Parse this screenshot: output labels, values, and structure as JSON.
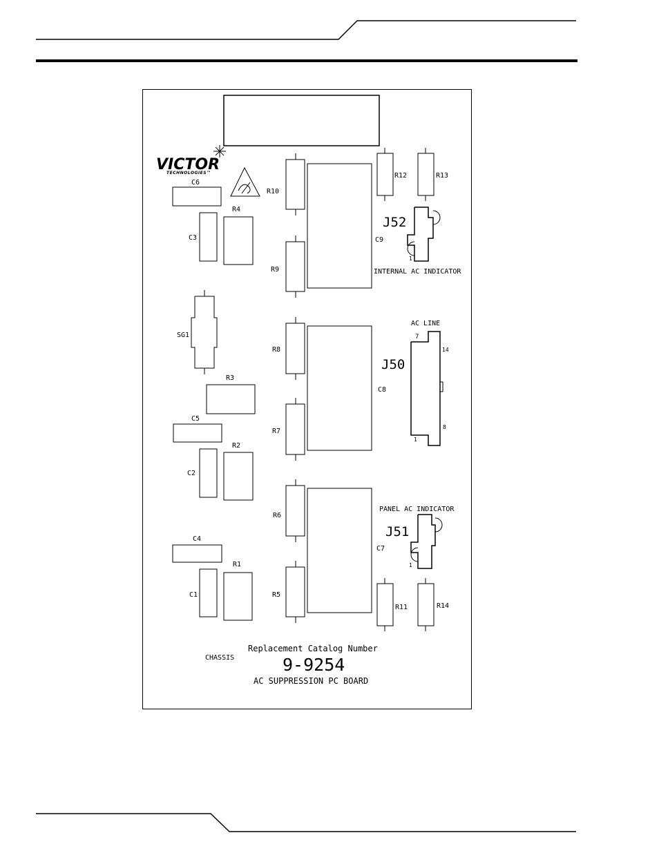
{
  "brand": {
    "name": "VICTOR",
    "sub": "TECHNOLOGIES™"
  },
  "components": {
    "C1": "C1",
    "C2": "C2",
    "C3": "C3",
    "C4": "C4",
    "C5": "C5",
    "C6": "C6",
    "C7": "C7",
    "C8": "C8",
    "C9": "C9",
    "R1": "R1",
    "R2": "R2",
    "R3": "R3",
    "R4": "R4",
    "R5": "R5",
    "R6": "R6",
    "R7": "R7",
    "R8": "R8",
    "R9": "R9",
    "R10": "R10",
    "R11": "R11",
    "R12": "R12",
    "R13": "R13",
    "R14": "R14",
    "SG1": "SG1"
  },
  "connectors": {
    "J50": {
      "label": "J50",
      "title": "AC LINE",
      "pin7": "7",
      "pin14": "14",
      "pin1": "1",
      "pin8": "8"
    },
    "J51": {
      "label": "J51",
      "title": "PANEL AC INDICATOR",
      "pin1": "1"
    },
    "J52": {
      "label": "J52",
      "title": "INTERNAL AC INDICATOR",
      "pin1": "1"
    }
  },
  "footer": {
    "chassis": "CHASSIS",
    "catalog_heading": "Replacement Catalog Number",
    "catalog_number": "9-9254",
    "board_name": "AC SUPPRESSION PC BOARD"
  }
}
